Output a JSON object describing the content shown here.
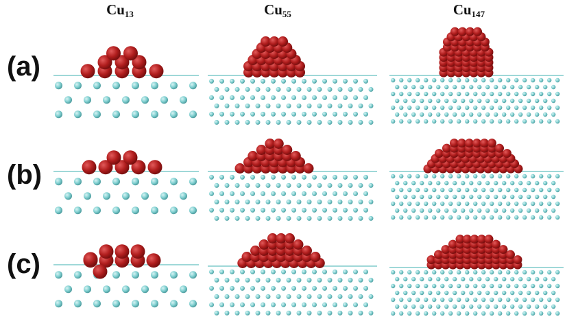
{
  "columns": [
    {
      "prefix": "Cu",
      "subscript": "13"
    },
    {
      "prefix": "Cu",
      "subscript": "55"
    },
    {
      "prefix": "Cu",
      "subscript": "147"
    }
  ],
  "rows": [
    {
      "label": "(a)"
    },
    {
      "label": "(b)"
    },
    {
      "label": "(c)"
    }
  ],
  "colors": {
    "cluster_atom": "#b01d1d",
    "cluster_atom_highlight": "#e25a5a",
    "substrate_atom": "#7fcfd0",
    "substrate_atom_highlight": "#d8f4f4",
    "surface_line": "#9fd8d8"
  }
}
